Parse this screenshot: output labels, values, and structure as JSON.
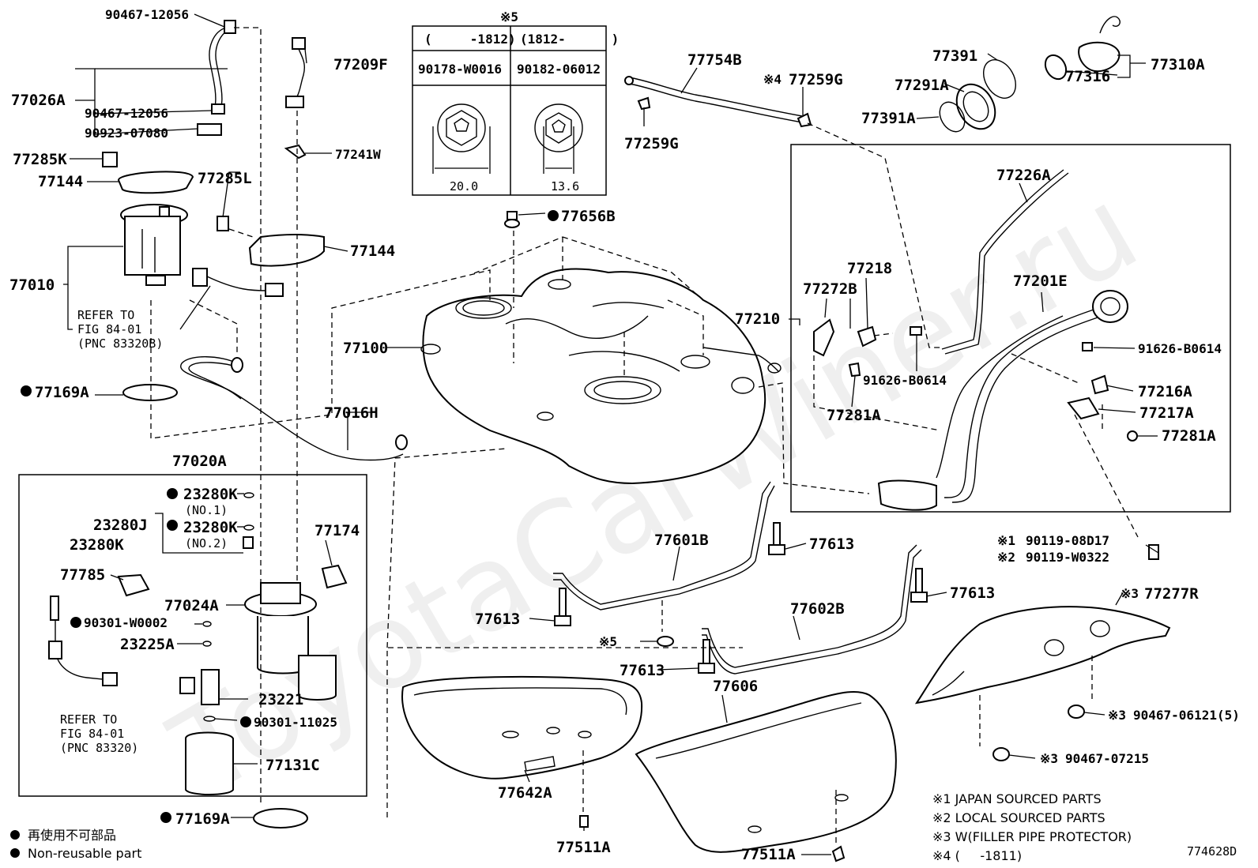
{
  "watermark": "ToyotaCarWiner.ru",
  "diagram_code": "774628D",
  "table": {
    "mark": "※5",
    "col1_range": "(     -1812)",
    "col2_range": "(1812-      )",
    "col1_part": "90178-W0016",
    "col2_part": "90182-06012",
    "col1_dim": "20.0",
    "col2_dim": "13.6"
  },
  "parts": {
    "p90467_12056_top": "90467-12056",
    "p77026A": "77026A",
    "p90467_12056_mid": "90467-12056",
    "p90923_07080": "90923-07080",
    "p77285K": "77285K",
    "p77144_left": "77144",
    "p77285L": "77285L",
    "p77010": "77010",
    "p77209F": "77209F",
    "p77241W": "77241W",
    "p77144_mid": "77144",
    "p77169A_top": "77169A",
    "p77016H": "77016H",
    "p77020A": "77020A",
    "p23280K_1": "23280K",
    "p23280K_1_sub": "(NO.1)",
    "p23280J": "23280J",
    "p23280K_group": "23280K",
    "p23280K_2": "23280K",
    "p23280K_2_sub": "(NO.2)",
    "p77174": "77174",
    "p77785": "77785",
    "p77024A": "77024A",
    "p90301_W0002": "90301-W0002",
    "p23225A": "23225A",
    "p23221": "23221",
    "p90301_11025": "90301-11025",
    "p77131C": "77131C",
    "p77169A_bottom": "77169A",
    "p77656B": "77656B",
    "p77100": "77100",
    "p77754B": "77754B",
    "p77259G_top": "77259G",
    "p77259G_top_mark": "※4",
    "p77259G_left": "77259G",
    "p77391": "77391",
    "p77291A": "77291A",
    "p77391A": "77391A",
    "p77316": "77316",
    "p77310A": "77310A",
    "p77226A": "77226A",
    "p77218": "77218",
    "p77272B": "77272B",
    "p77210": "77210",
    "p77201E": "77201E",
    "p91626_B0614_left": "91626-B0614",
    "p91626_B0614_right": "91626-B0614",
    "p77216A": "77216A",
    "p77217A": "77217A",
    "p77281A_left": "77281A",
    "p77281A_right": "77281A",
    "p90119_08D17": "90119-08D17",
    "p90119_08D17_mark": "※1",
    "p90119_W0322": "90119-W0322",
    "p90119_W0322_mark": "※2",
    "p77601B": "77601B",
    "p77613_a": "77613",
    "p77613_b": "77613",
    "p77613_c": "77613",
    "p77613_d": "77613",
    "p77602B": "77602B",
    "p77277R": "77277R",
    "p77277R_mark": "※3",
    "mark5_strap": "※5",
    "p77606": "77606",
    "p77642A": "77642A",
    "p77511A_left": "77511A",
    "p77511A_right": "77511A",
    "p90467_06121": "90467-06121(5)",
    "p90467_06121_mark": "※3",
    "p90467_07215": "90467-07215",
    "p90467_07215_mark": "※3"
  },
  "refs": {
    "ref1_line1": "REFER TO",
    "ref1_line2": "FIG 84-01",
    "ref1_line3": "(PNC 83320B)",
    "ref2_line1": "REFER TO",
    "ref2_line2": "FIG 84-01",
    "ref2_line3": "(PNC 83320)"
  },
  "legend": {
    "non_reusable_jp": "再使用不可部品",
    "non_reusable_en": "Non-reusable part"
  },
  "footnotes": {
    "n1": "※1 JAPAN SOURCED PARTS",
    "n2": "※2 LOCAL SOURCED PARTS",
    "n3": "※3 W(FILLER PIPE PROTECTOR)",
    "n4": "※4 (     -1811)"
  }
}
